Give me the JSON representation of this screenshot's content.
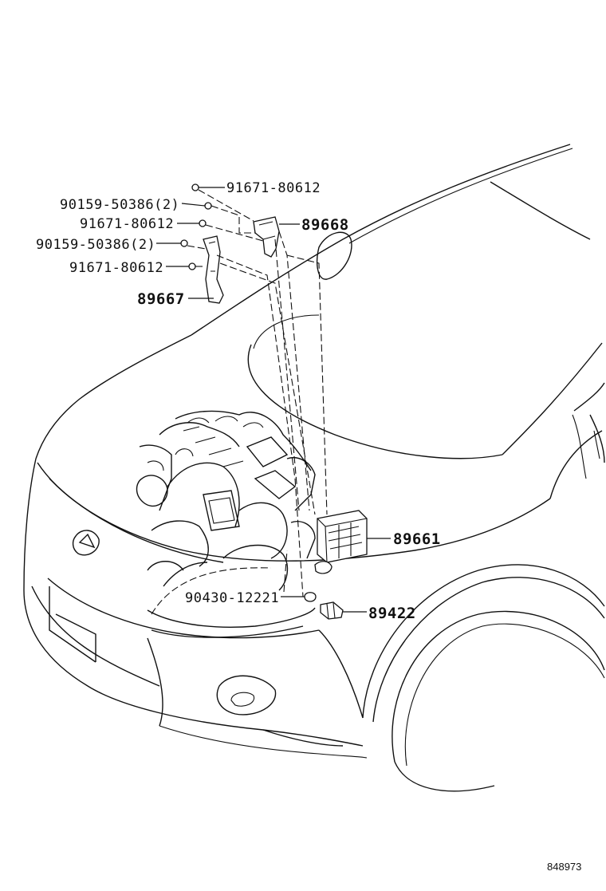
{
  "diagram": {
    "callouts": [
      {
        "id": "c1",
        "text": "91671-80612"
      },
      {
        "id": "c2",
        "text": "90159-50386(2)"
      },
      {
        "id": "c3",
        "text": "91671-80612"
      },
      {
        "id": "c4",
        "text": "89668"
      },
      {
        "id": "c5",
        "text": "90159-50386(2)"
      },
      {
        "id": "c6",
        "text": "91671-80612"
      },
      {
        "id": "c7",
        "text": "89667"
      },
      {
        "id": "c8",
        "text": "89661"
      },
      {
        "id": "c9",
        "text": "90430-12221"
      },
      {
        "id": "c10",
        "text": "89422"
      }
    ],
    "figure_number": "848973"
  }
}
